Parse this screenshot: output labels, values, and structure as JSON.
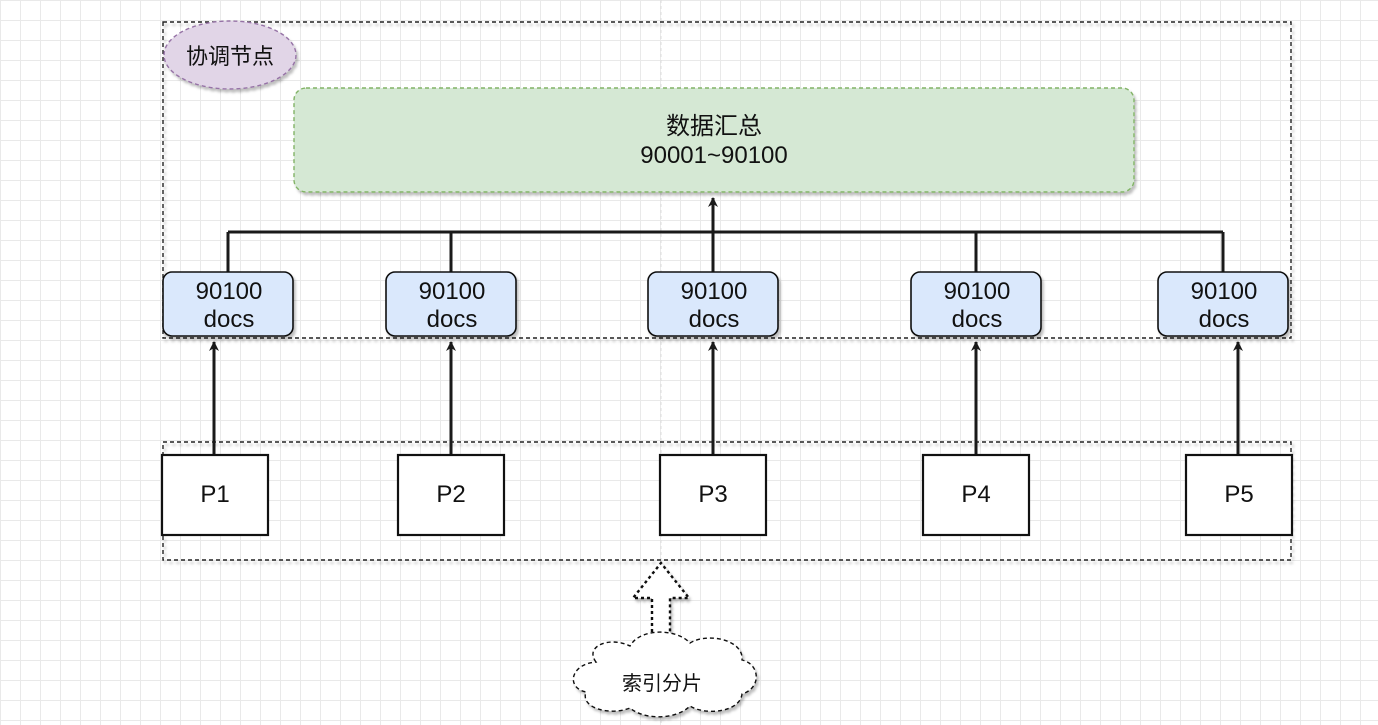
{
  "coordinator": {
    "label": "协调节点"
  },
  "summary": {
    "title": "数据汇总",
    "range": "90001~90100"
  },
  "shards": [
    {
      "line1": "90100",
      "line2": "docs"
    },
    {
      "line1": "90100",
      "line2": "docs"
    },
    {
      "line1": "90100",
      "line2": "docs"
    },
    {
      "line1": "90100",
      "line2": "docs"
    },
    {
      "line1": "90100",
      "line2": "docs"
    }
  ],
  "partitions": [
    {
      "label": "P1"
    },
    {
      "label": "P2"
    },
    {
      "label": "P3"
    },
    {
      "label": "P4"
    },
    {
      "label": "P5"
    }
  ],
  "source": {
    "label": "索引分片"
  },
  "colors": {
    "summary_fill": "#d5e8d4",
    "summary_stroke": "#82b366",
    "shard_fill": "#dae8fc",
    "coordinator_fill": "#e1d5e7",
    "line": "#1a1a1a"
  }
}
